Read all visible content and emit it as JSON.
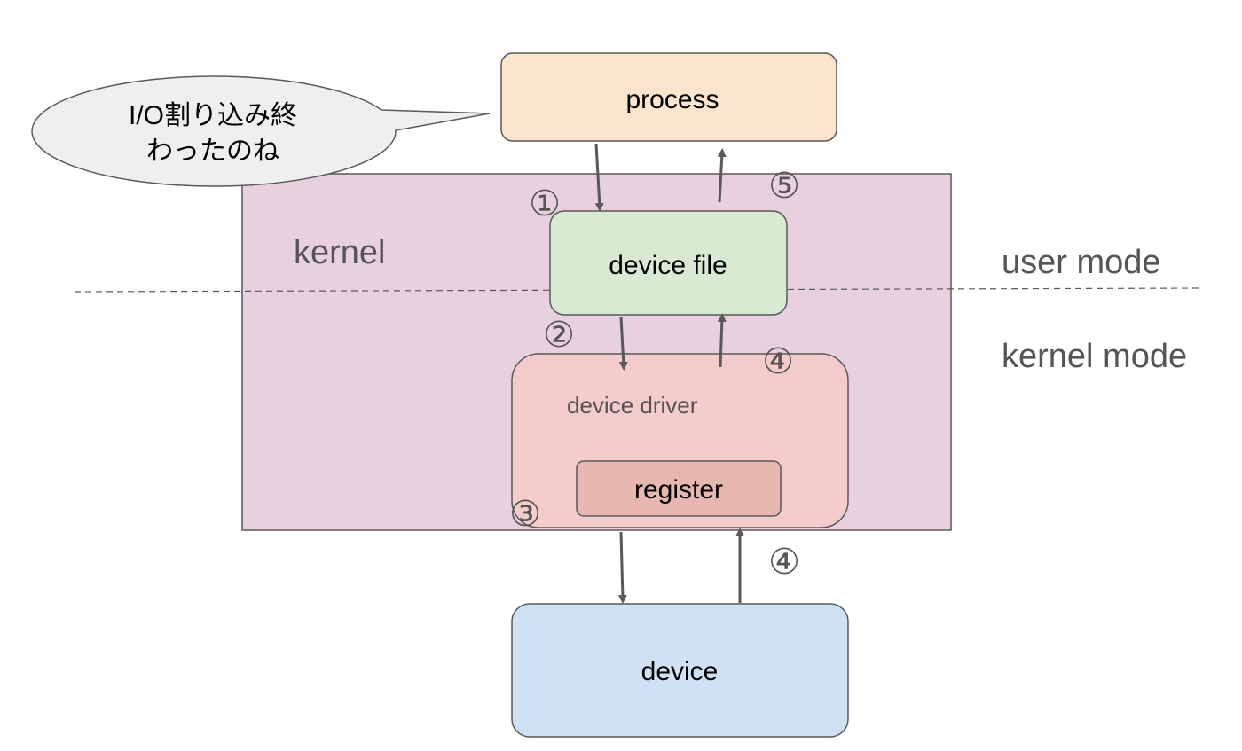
{
  "colors": {
    "process_fill": "#fce5cd",
    "kernel_fill": "#e8d1df",
    "device_file_fill": "#d9ead3",
    "device_driver_fill": "#f4cccc",
    "register_fill": "#e6b8af",
    "device_fill": "#cfe2f3",
    "bubble_fill": "#efefef",
    "stroke": "#595959",
    "arrow": "#595959",
    "muted_text": "#555555"
  },
  "boxes": {
    "process": "process",
    "kernel": "kernel",
    "device_file": "device file",
    "device_driver": "device driver",
    "register": "register",
    "device": "device"
  },
  "modes": {
    "user": "user mode",
    "kernel": "kernel mode"
  },
  "speech_bubble": {
    "line1": "I/O割り込み終",
    "line2": "わったのね"
  },
  "steps": {
    "s1": "①",
    "s2": "②",
    "s3": "③",
    "s4_upper": "④",
    "s4_lower": "④",
    "s5": "⑤"
  }
}
